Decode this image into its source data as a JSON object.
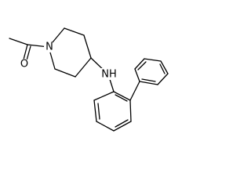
{
  "molecule": {
    "atom_labels": {
      "oxygen": "O",
      "ring_nitrogen": "N",
      "amine": "NH"
    },
    "colors": {
      "bond": "#000000",
      "label": "#000000",
      "background": "#ffffff"
    }
  }
}
